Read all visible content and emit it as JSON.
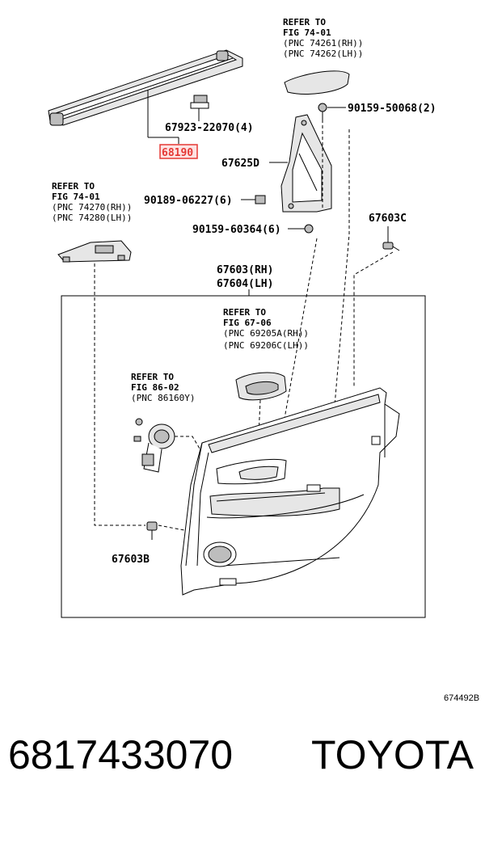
{
  "labels": {
    "p68190": "68190",
    "p67923": "67923-22070(4)",
    "p67625D": "67625D",
    "p90159_50068": "90159-50068(2)",
    "p90189": "90189-06227(6)",
    "p90159_60364": "90159-60364(6)",
    "p67603C": "67603C",
    "p67603RH": "67603(RH)",
    "p67604LH": "67604(LH)",
    "p67603B": "67603B",
    "figure_code": "674492B"
  },
  "refs": {
    "r1": {
      "l1": "REFER TO",
      "l2": "FIG 74-01",
      "l3": "(PNC 74261(RH))",
      "l4": "(PNC 74262(LH))"
    },
    "r2": {
      "l1": "REFER TO",
      "l2": "FIG 74-01",
      "l3": "(PNC 74270(RH))",
      "l4": "(PNC 74280(LH))"
    },
    "r3": {
      "l1": "REFER TO",
      "l2": "FIG 67-06",
      "l3": "(PNC 69205A(RH))",
      "l4": "(PNC 69206C(LH))"
    },
    "r4": {
      "l1": "REFER TO",
      "l2": "FIG 86-02",
      "l3": "(PNC 86160Y)"
    }
  },
  "footer": {
    "part_number": "6817433070",
    "brand": "TOYOTA"
  },
  "colors": {
    "highlight": "#e53935",
    "highlight_fill": "#fde3e3"
  }
}
